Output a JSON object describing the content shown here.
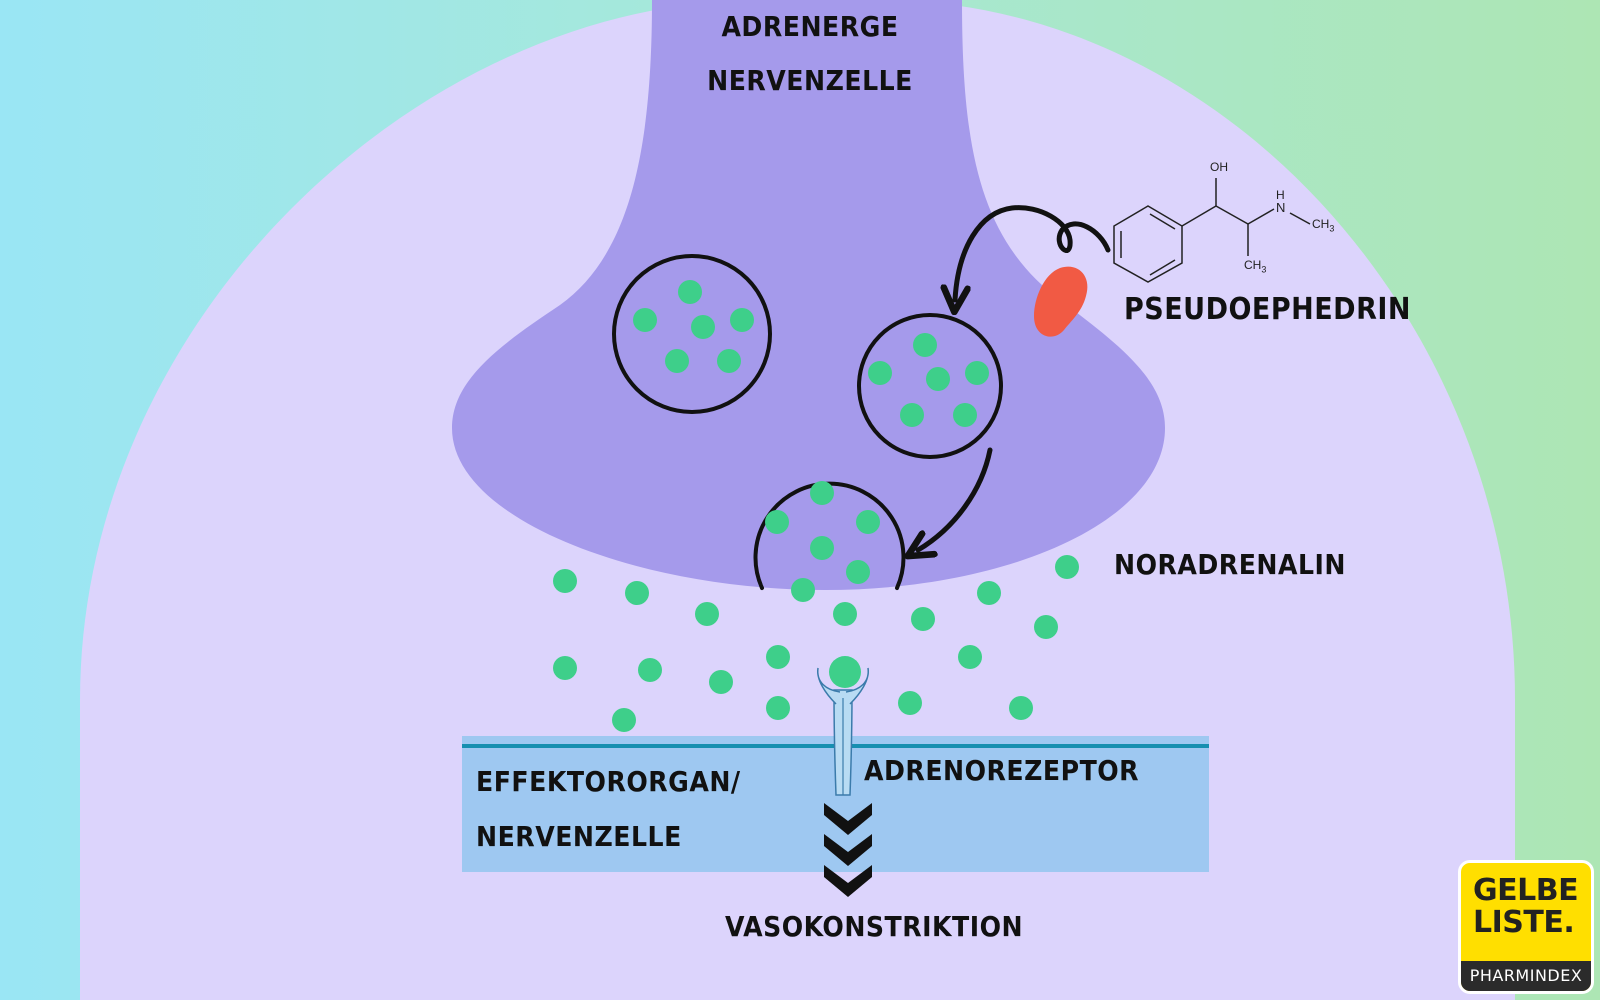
{
  "labels": {
    "neuron_line1": "ADRENERGE",
    "neuron_line2": "NERVENZELLE",
    "drug": "PSEUDOEPHEDRIN",
    "neurotransmitter": "NORADRENALIN",
    "receptor": "ADRENOREZEPTOR",
    "effector_line1": "EFFEKTORORGAN/",
    "effector_line2": "NERVENZELLE",
    "effect": "VASOKONSTRIKTION"
  },
  "structure": {
    "oh": "OH",
    "h": "H",
    "n": "N",
    "ch3_methyl": "CH3",
    "ch3_chain": "CH3"
  },
  "logo": {
    "line1": "GELBE",
    "line2": "LISTE.",
    "sub": "PHARMINDEX"
  },
  "colors": {
    "background_left": "#9ae6f5",
    "background_right": "#ade6b4",
    "cell_body": "#dcd4fc",
    "axon_terminal": "#a59aeb",
    "neurotransmitter": "#3ecf8a",
    "drug": "#f15a44",
    "effector_membrane": "#9ec8f1",
    "logo_yellow": "#ffdf00"
  }
}
